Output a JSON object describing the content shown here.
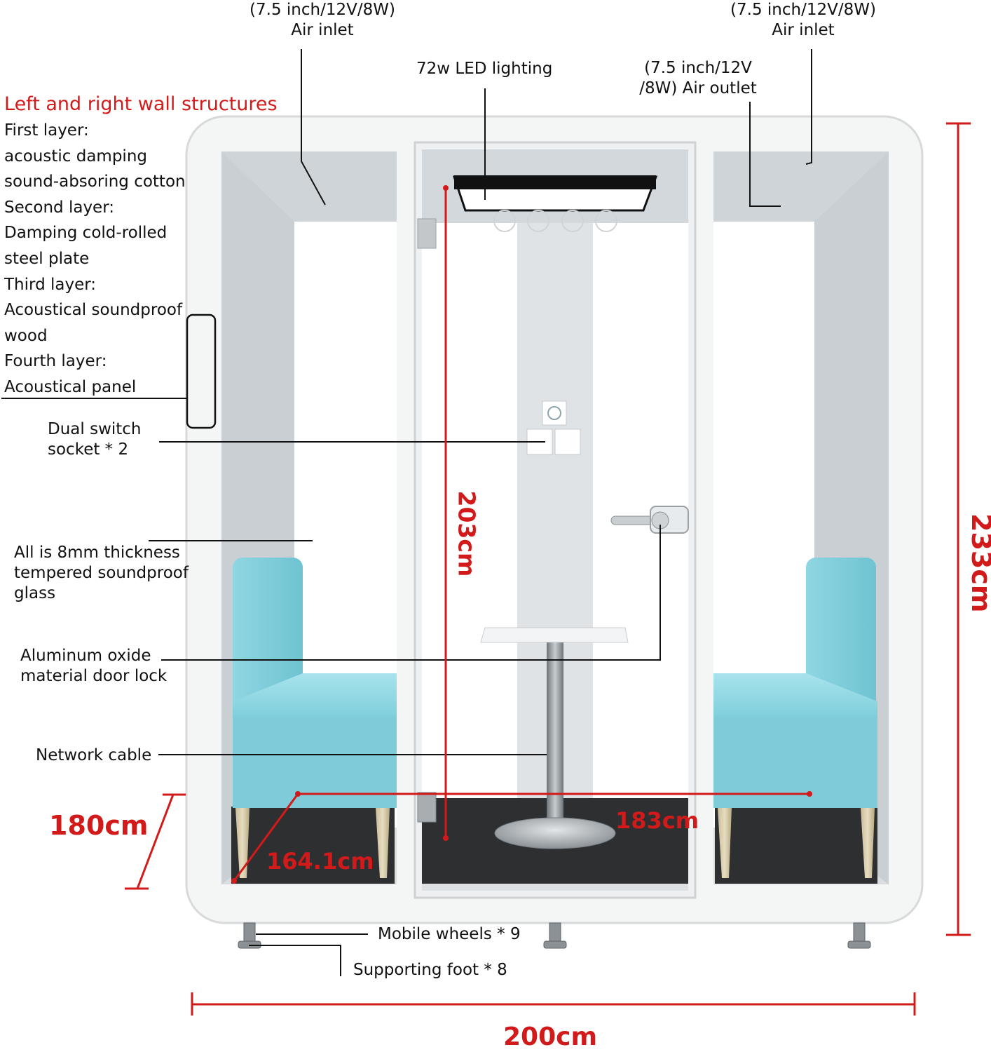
{
  "labels": {
    "inlet_left_spec": "(7.5 inch/12V/8W)",
    "inlet_left_name": "Air  inlet",
    "inlet_right_spec": "(7.5 inch/12V/8W)",
    "inlet_right_name": "Air  inlet",
    "led": "72w LED lighting",
    "outlet_line1": "(7.5 inch/12V",
    "outlet_line2": "/8W) Air outlet",
    "wall_title": "Left and right wall structures",
    "wall_layers": [
      "First layer:",
      "acoustic damping",
      "sound-absoring cotton",
      "Second layer:",
      "Damping cold-rolled",
      "steel plate",
      "Third layer:",
      "Acoustical soundproof",
      "wood",
      "Fourth layer:",
      "Acoustical panel"
    ],
    "socket_line1": "Dual switch",
    "socket_line2": "socket * 2",
    "glass_line1": "All is 8mm thickness",
    "glass_line2": "tempered soundproof",
    "glass_line3": "glass",
    "lock_line1": "Aluminum oxide",
    "lock_line2": "material door lock",
    "network": "Network cable",
    "wheels": "Mobile wheels * 9",
    "foot": "Supporting foot * 8"
  },
  "dimensions": {
    "total_height": "233cm",
    "inner_height": "203cm",
    "width": "200cm",
    "depth": "180cm",
    "inner_width": "183cm",
    "inner_diagonal": "164.1cm"
  },
  "colors": {
    "accent_red": "#d31a1a",
    "sofa_blue": "#86d3e0",
    "frame_white": "#f4f5f5",
    "felt_gray": "#d9dde0",
    "carpet": "#2e2f31"
  }
}
